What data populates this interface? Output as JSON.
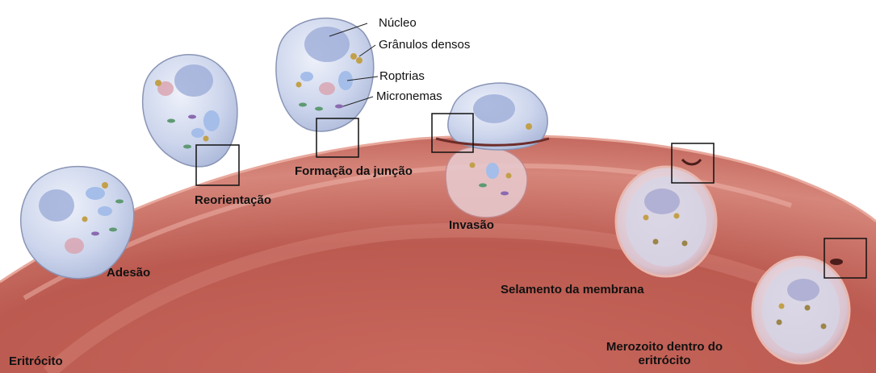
{
  "parts": {
    "nucleus": "Núcleo",
    "dense_granules": "Grânulos densos",
    "rhoptries": "Roptrias",
    "micronemes": "Micronemas"
  },
  "stages": {
    "adhesion": "Adesão",
    "reorientation": "Reorientação",
    "junction": "Formação da junção",
    "invasion": "Invasão",
    "sealing": "Selamento da membrana",
    "inside_line1": "Merozoito dentro do",
    "inside_line2": "eritrócito"
  },
  "cell_label": "Eritrócito",
  "colors": {
    "erythrocyte": "#b9544c",
    "erythrocyte_light": "#e29a8f",
    "merozoite": "#c9d3ea",
    "nucleus": "#8f9fd3",
    "rhoptry": "#9bb3e6",
    "granule": "#c2a04a",
    "microneme": "#5f9a72",
    "box_outline": "#111111"
  }
}
